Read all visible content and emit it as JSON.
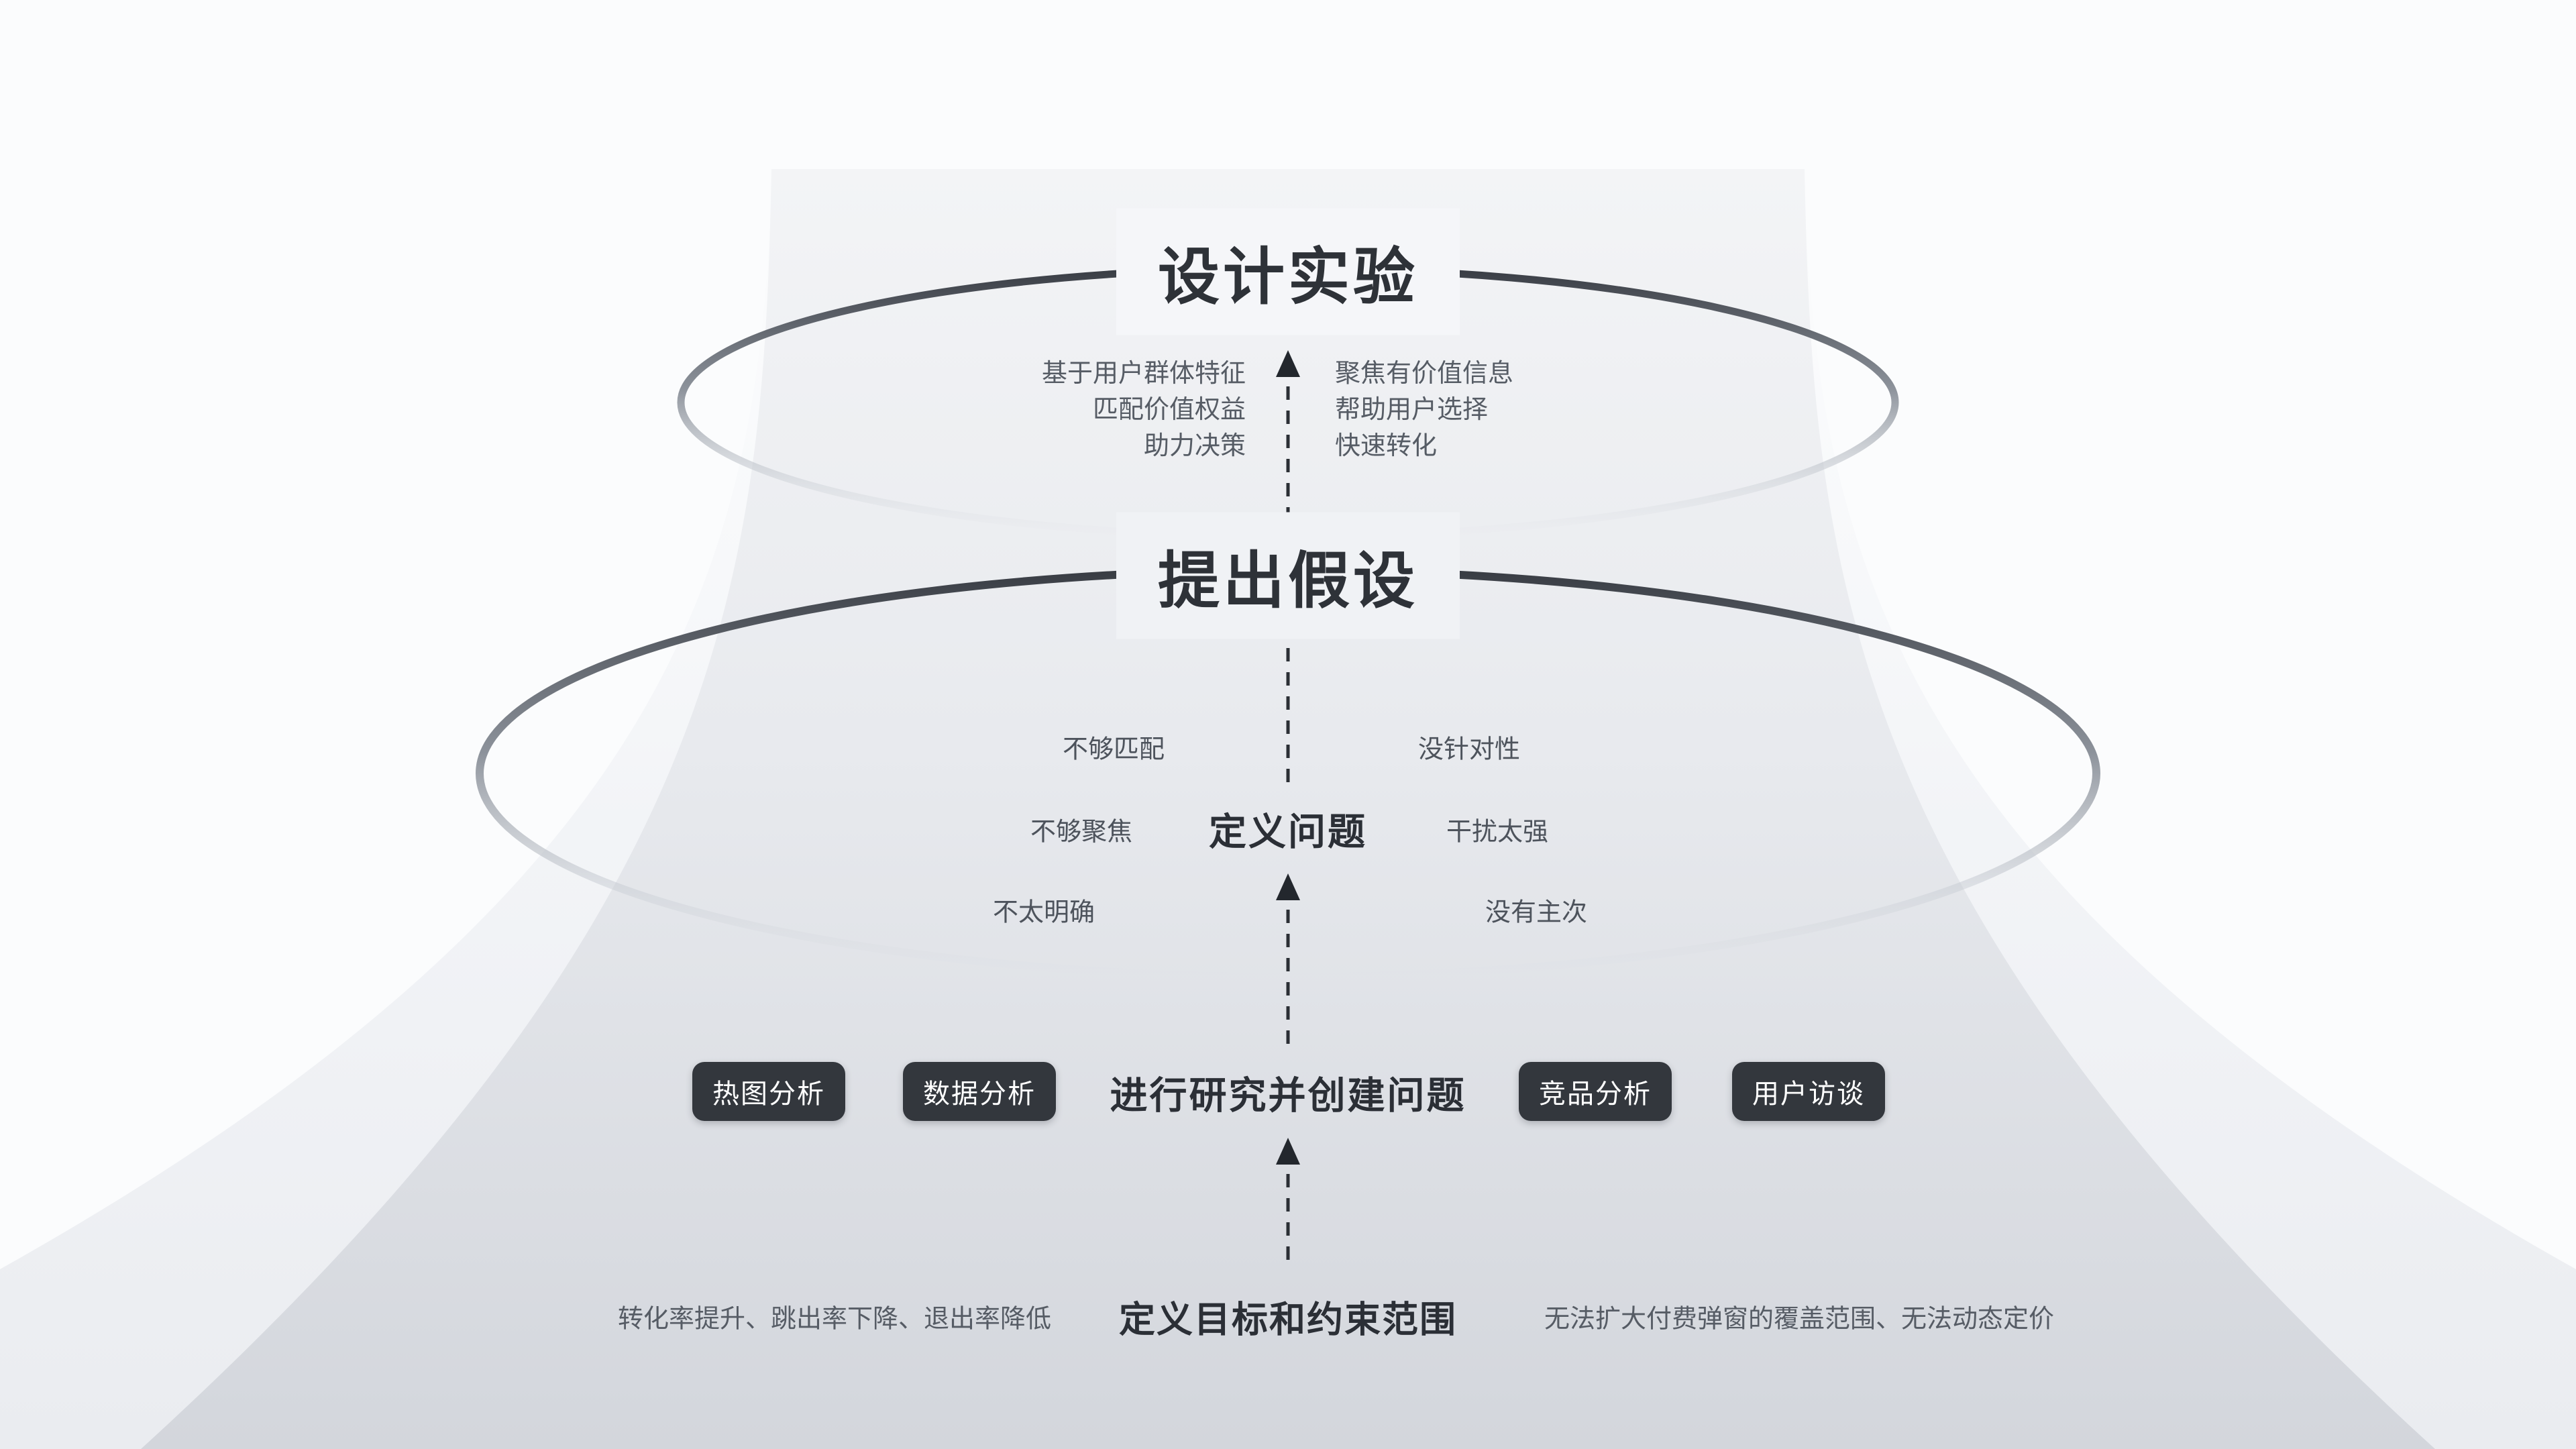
{
  "palette": {
    "background": "#fbfcfd",
    "funnel_top": "#f3f4f6",
    "funnel_bottom": "#d3d6dc",
    "outer_band": "#eaecf0",
    "ring_dark": "#3c4046",
    "title_text": "#2e3238",
    "muted_text": "#565c65",
    "button_background": "#33373d",
    "button_text": "#ffffff"
  },
  "icons": {
    "up_arrow": "arrow-up-icon"
  },
  "diagram": {
    "levels": [
      {
        "id": "design-experiment",
        "title": "设计实验",
        "left_notes": [
          "基于用户群体特征",
          "匹配价值权益",
          "助力决策"
        ],
        "right_notes": [
          "聚焦有价值信息",
          "帮助用户选择",
          "快速转化"
        ]
      },
      {
        "id": "hypothesis",
        "title": "提出假设"
      },
      {
        "id": "define-problem",
        "title": "定义问题",
        "left_notes": [
          "不够匹配",
          "不够聚焦",
          "不太明确"
        ],
        "right_notes": [
          "没针对性",
          "干扰太强",
          "没有主次"
        ]
      },
      {
        "id": "research",
        "title": "进行研究并创建问题",
        "buttons_left": [
          "热图分析",
          "数据分析"
        ],
        "buttons_right": [
          "竞品分析",
          "用户访谈"
        ]
      },
      {
        "id": "goals",
        "title": "定义目标和约束范围",
        "left_note": "转化率提升、跳出率下降、退出率降低",
        "right_note": "无法扩大付费弹窗的覆盖范围、无法动态定价"
      }
    ]
  }
}
